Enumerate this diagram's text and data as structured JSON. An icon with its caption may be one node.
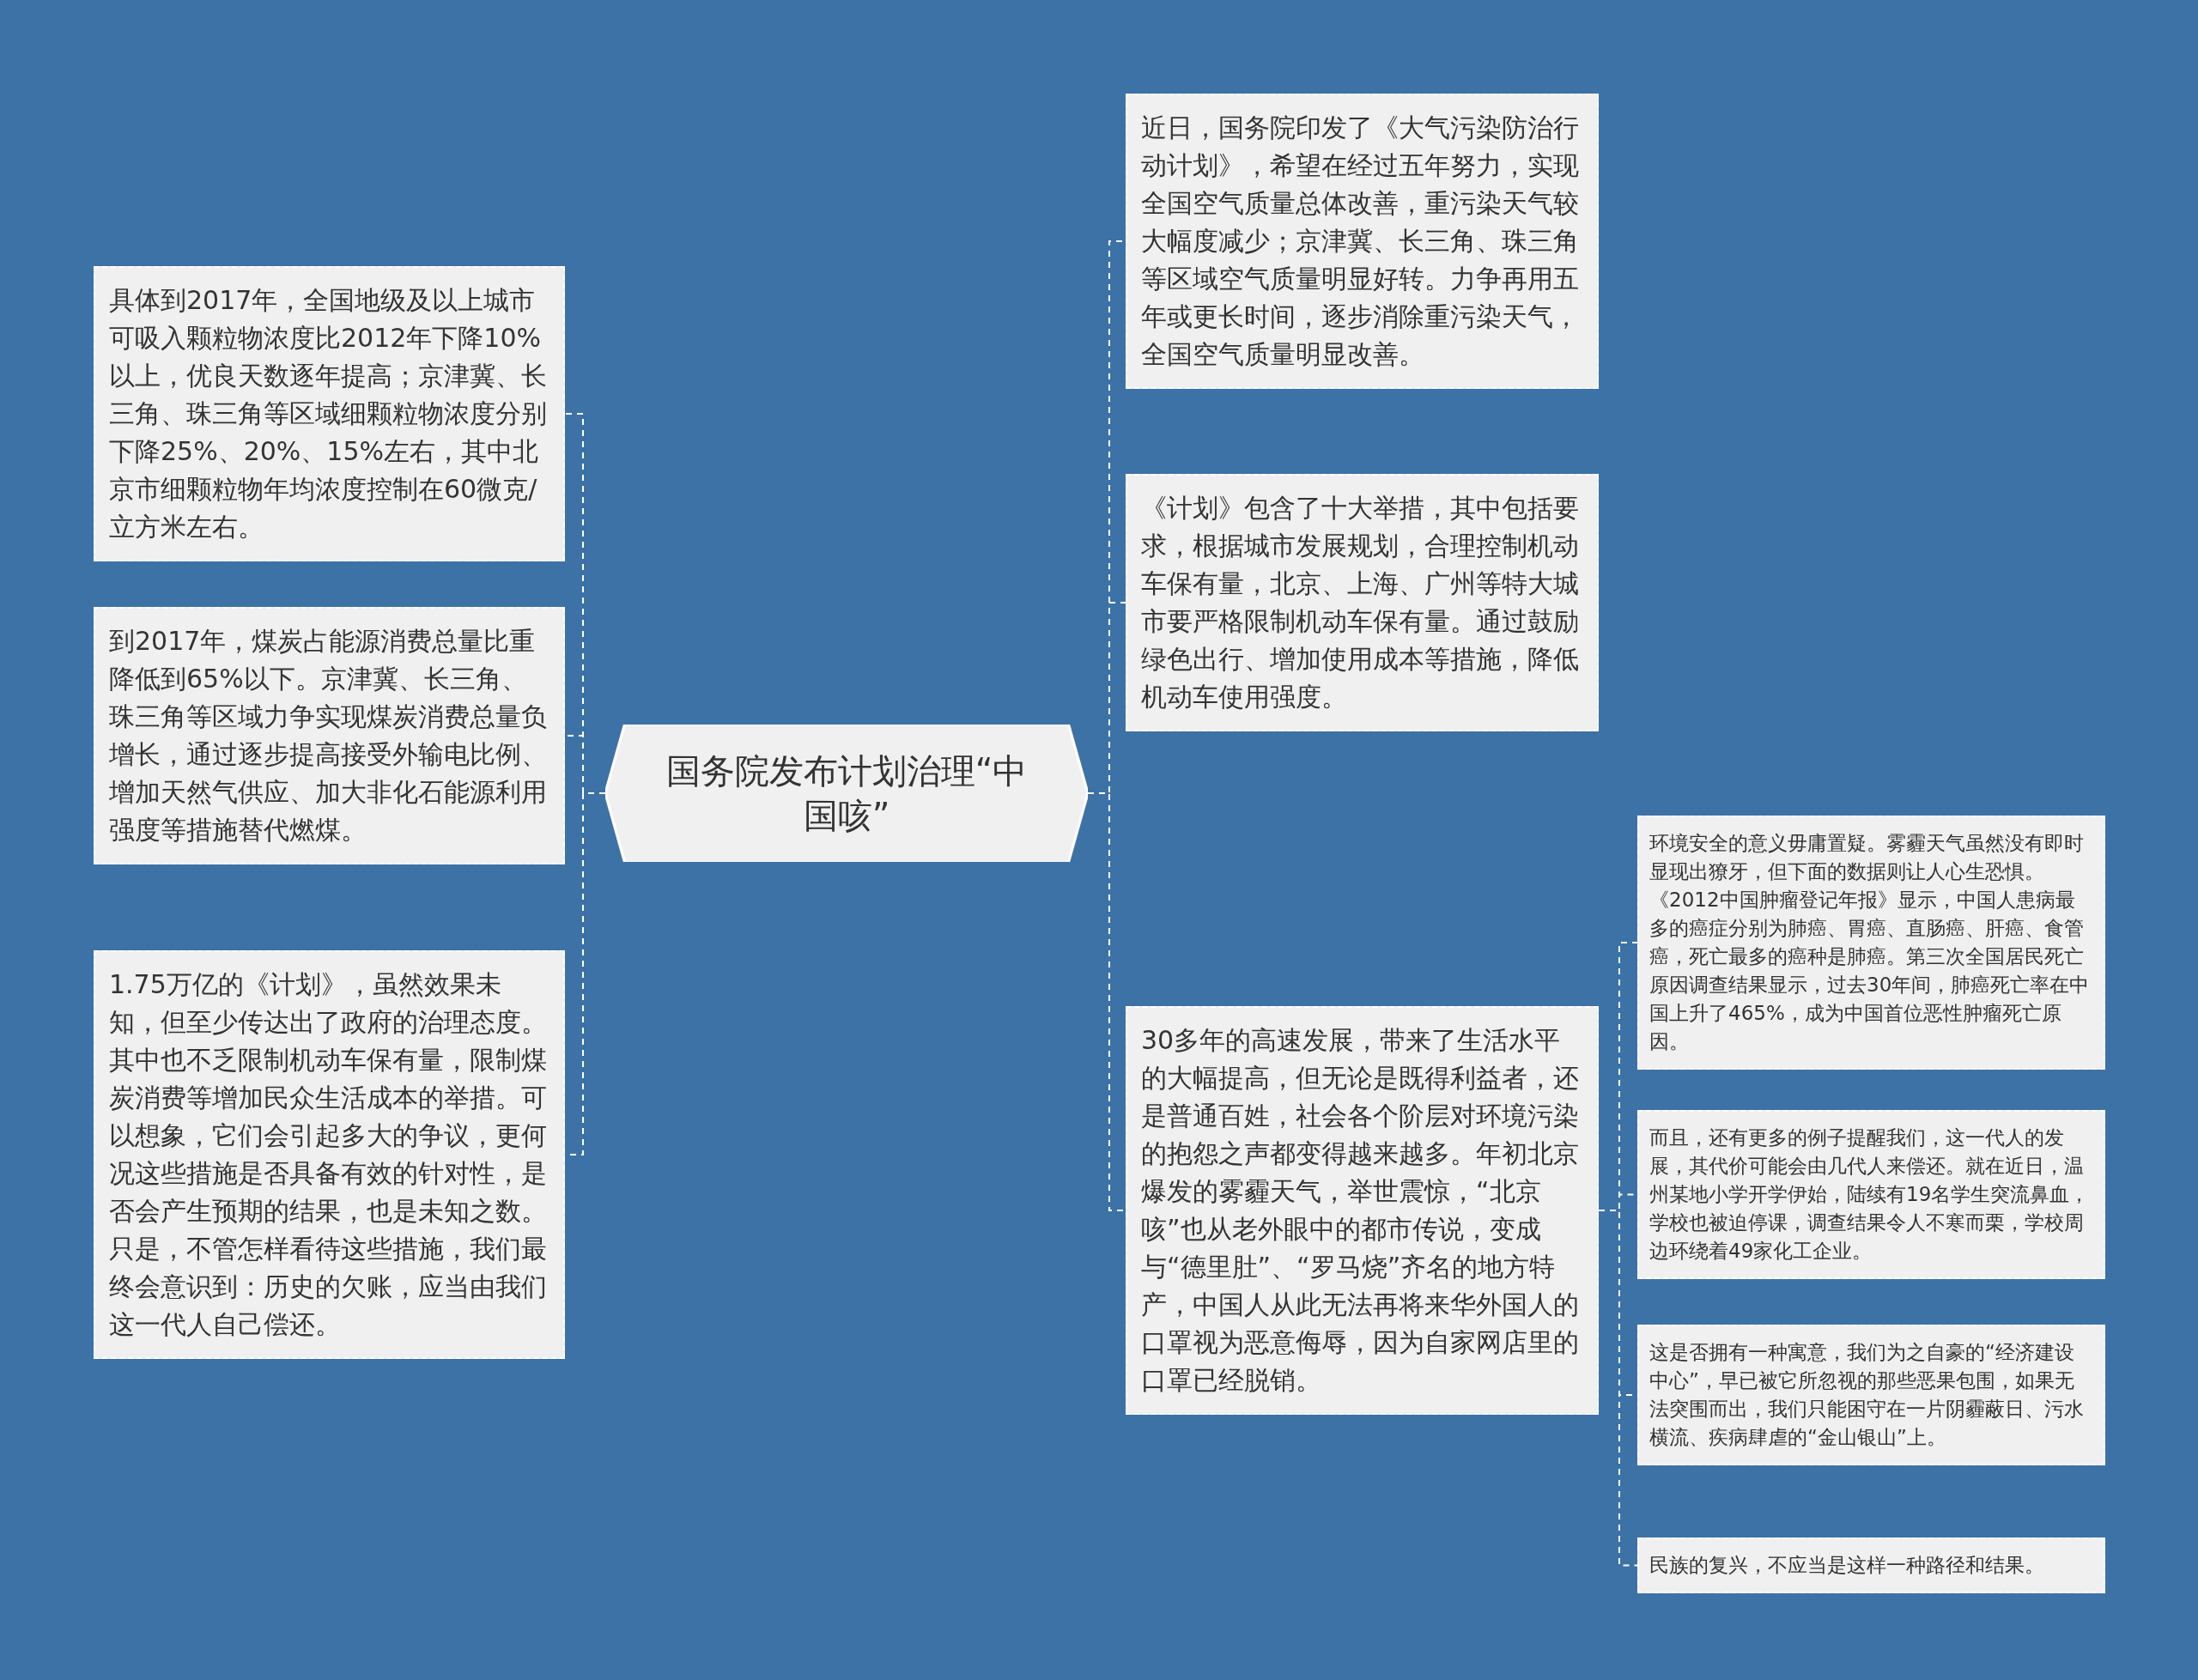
{
  "diagram": {
    "nodes": [
      {
        "text": [
          "国务院发布计划治理“中国咳”"
        ]
      },
      {
        "text": [
          "具体到2017年，全国地级及以上城市可吸入颗粒物浓度比2012年下降10%以上，优良天数逐年提高；京津冀、长三角、珠三角等区域细颗粒物浓度分别下降25%、20%、15%左右，其中北京市细颗粒物年均浓度控制在60微克/立方米左右。"
        ]
      },
      {
        "text": [
          "到2017年，煤炭占能源消费总量比重降低到65%以下。京津冀、长三角、珠三角等区域力争实现煤炭消费总量负增长，通过逐步提高接受外输电比例、增加天然气供应、加大非化石能源利用强度等措施替代燃煤。"
        ]
      },
      {
        "text": [
          "1.75万亿的《计划》，虽然效果未知，但至少传达出了政府的治理态度。其中也不乏限制机动车保有量，限制煤炭消费等增加民众生活成本的举措。可以想象，它们会引起多大的争议，更何况这些措施是否具备有效的针对性，是否会产生预期的结果，也是未知之数。只是，不管怎样看待这些措施，我们最终会意识到：历史的欠账，应当由我们这一代人自己偿还。"
        ]
      },
      {
        "text": [
          "近日，国务院印发了《大气污染防治行动计划》，希望在经过五年努力，实现全国空气质量总体改善，重污染天气较大幅度减少；京津冀、长三角、珠三角等区域空气质量明显好转。力争再用五年或更长时间，逐步消除重污染天气，全国空气质量明显改善。"
        ]
      },
      {
        "text": [
          "《计划》包含了十大举措，其中包括要求，根据城市发展规划，合理控制机动车保有量，北京、上海、广州等特大城市要严格限制机动车保有量。通过鼓励绿色出行、增加使用成本等措施，降低机动车使用强度。"
        ]
      },
      {
        "text": [
          "30多年的高速发展，带来了生活水平的大幅提高，但无论是既得利益者，还是普通百姓，社会各个阶层对环境污染的抱怨之声都变得越来越多。年初北京爆发的雾霾天气，举世震惊，“北京咳”也从老外眼中的都市传说，变成与“德里肚”、“罗马烧”齐名的地方特产，中国人从此无法再将来华外国人的口罩视为恶意侮辱，因为自家网店里的口罩已经脱销。"
        ]
      },
      {
        "text": [
          "环境安全的意义毋庸置疑。雾霾天气虽然没有即时显现出獠牙，但下面的数据则让人心生恐惧。《2012中国肿瘤登记年报》显示，中国人患病最多的癌症分别为肺癌、胃癌、直肠癌、肝癌、食管癌，死亡最多的癌种是肺癌。第三次全国居民死亡原因调查结果显示，过去30年间，肺癌死亡率在中国上升了465%，成为中国首位恶性肿瘤死亡原因。"
        ]
      },
      {
        "text": [
          "而且，还有更多的例子提醒我们，这一代人的发展，其代价可能会由几代人来偿还。就在近日，温州某地小学开学伊始，陆续有19名学生突流鼻血，学校也被迫停课，调查结果令人不寒而栗，学校周边环绕着49家化工企业。"
        ]
      },
      {
        "text": [
          "这是否拥有一种寓意，我们为之自豪的“经济建设中心”，早已被它所忽视的那些恶果包围，如果无法突围而出，我们只能困守在一片阴霾蔽日、污水横流、疾病肆虐的“金山银山”上。"
        ]
      },
      {
        "text": [
          "民族的复兴，不应当是这样一种路径和结果。"
        ]
      }
    ],
    "edges": [
      {
        "from": 0,
        "to": 1,
        "arrow": "none",
        "style": "dashed"
      },
      {
        "from": 0,
        "to": 2,
        "arrow": "none",
        "style": "dashed"
      },
      {
        "from": 0,
        "to": 3,
        "arrow": "none",
        "style": "dashed"
      },
      {
        "from": 0,
        "to": 4,
        "arrow": "none",
        "style": "dashed"
      },
      {
        "from": 0,
        "to": 5,
        "arrow": "none",
        "style": "dashed"
      },
      {
        "from": 0,
        "to": 6,
        "arrow": "none",
        "style": "dashed"
      },
      {
        "from": 6,
        "to": 7,
        "arrow": "none",
        "style": "dashed"
      },
      {
        "from": 6,
        "to": 8,
        "arrow": "none",
        "style": "dashed"
      },
      {
        "from": 6,
        "to": 9,
        "arrow": "none",
        "style": "dashed"
      },
      {
        "from": 6,
        "to": 10,
        "arrow": "none",
        "style": "dashed"
      }
    ]
  }
}
